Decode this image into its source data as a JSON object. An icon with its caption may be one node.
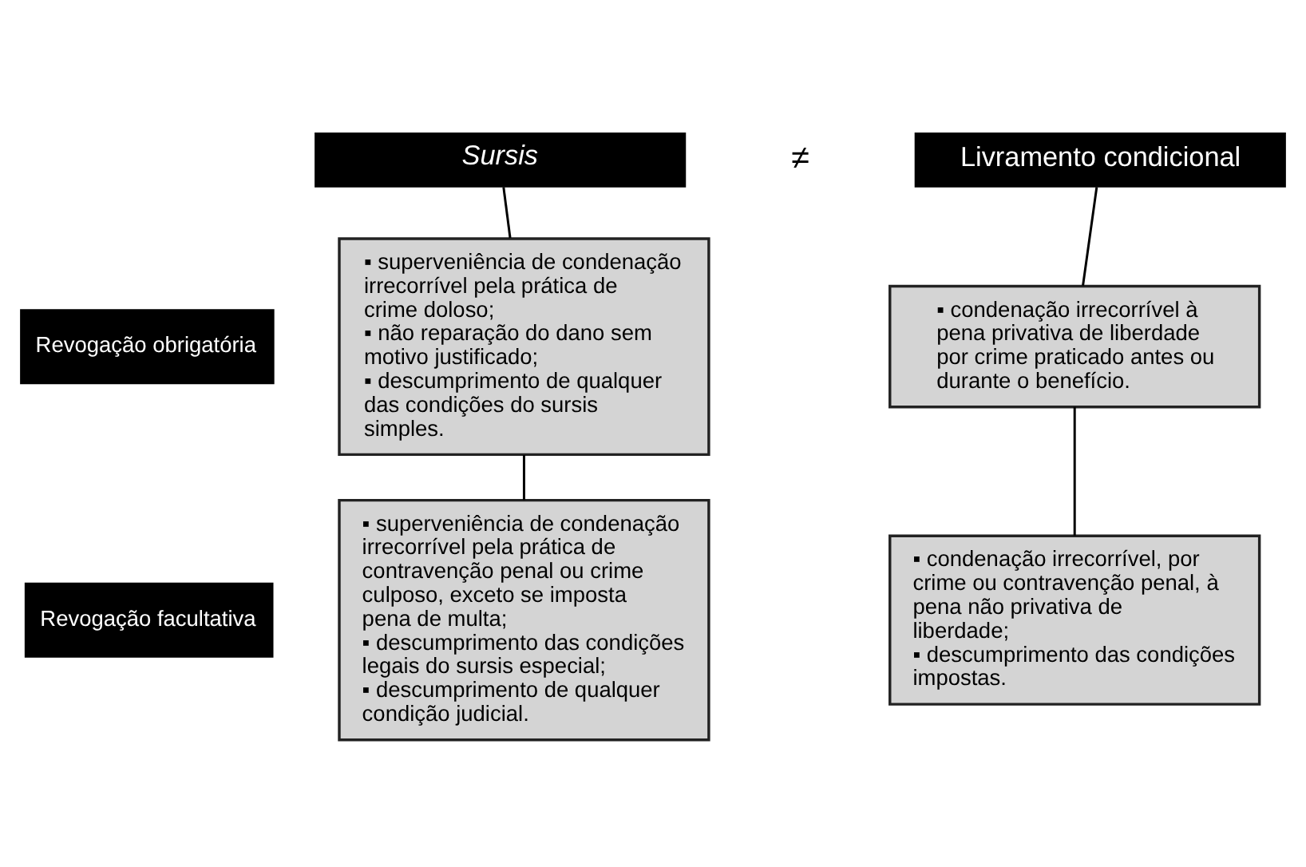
{
  "diagram": {
    "nodes": [
      {
        "text": [
          "Revogação obrigatória"
        ]
      },
      {
        "text": [
          "Revogação facultativa"
        ]
      },
      {
        "text": [
          "Sursis"
        ]
      },
      {
        "text": [
          "Livramento condicional"
        ]
      },
      {
        "text": [
          "▪ superveniência de condenação irrecorrível pela prática de crime doloso;",
          "▪ não reparação do dano sem motivo justificado;",
          "▪ descumprimento de qualquer das condições do sursis simples."
        ]
      },
      {
        "text": [
          "▪ superveniência de condenação irrecorrível pela prática de contravenção penal ou crime culposo, exceto se imposta pena de multa;",
          "▪ descumprimento das condições legais do sursis especial;",
          "▪ descumprimento de qualquer condição judicial."
        ]
      },
      {
        "text": [
          "▪ condenação irrecorrível à pena privativa de liberdade por crime praticado antes ou durante o benefício."
        ]
      },
      {
        "text": [
          "▪ condenação irrecorrível, por crime ou contravenção penal, à pena não privativa de liberdade;",
          "▪ descumprimento das condições impostas."
        ]
      }
    ],
    "edges": [
      {
        "from": 2,
        "to": 4,
        "arrow": "none"
      },
      {
        "from": 4,
        "to": 5,
        "arrow": "none"
      },
      {
        "from": 3,
        "to": 6,
        "arrow": "none"
      },
      {
        "from": 6,
        "to": 7,
        "arrow": "none"
      }
    ],
    "labels": [
      "≠"
    ]
  }
}
